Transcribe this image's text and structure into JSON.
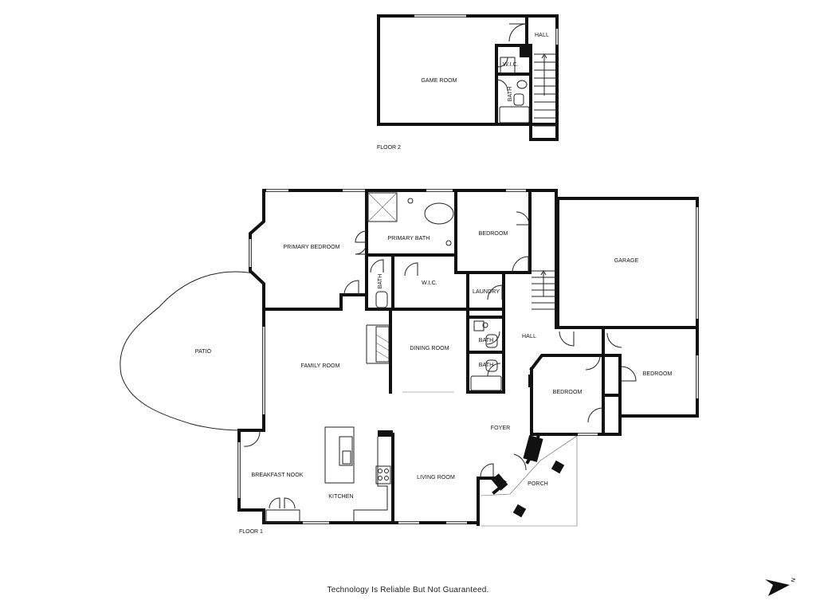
{
  "floors": [
    {
      "label": "FLOOR 2",
      "rooms": [
        "GAME ROOM",
        "HALL",
        "W.I.C.",
        "BATH"
      ]
    },
    {
      "label": "FLOOR 1",
      "rooms": [
        "PRIMARY BEDROOM",
        "PRIMARY BATH",
        "BEDROOM",
        "GARAGE",
        "BATH",
        "W.I.C.",
        "LAUNDRY",
        "PATIO",
        "FAMILY ROOM",
        "DINING ROOM",
        "BATH",
        "BATH",
        "HALL",
        "BEDROOM",
        "BEDROOM",
        "FOYER",
        "BREAKFAST NOOK",
        "KITCHEN",
        "LIVING ROOM",
        "PORCH"
      ]
    }
  ],
  "disclaimer": "Technology Is Reliable But Not Guaranteed.",
  "compass": {
    "letter": "N",
    "icon": "north-arrow-icon"
  },
  "colors": {
    "wall": "#111111",
    "background": "#ffffff"
  }
}
